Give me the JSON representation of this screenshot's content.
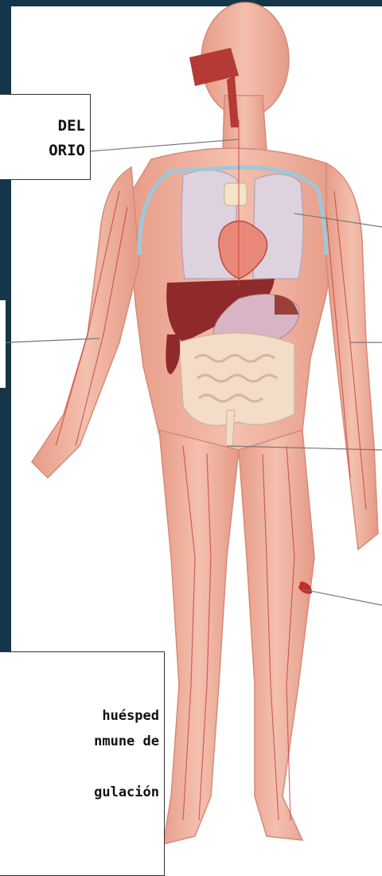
{
  "labels": {
    "top_line1": "DEL",
    "top_line2": "ORIO",
    "bottom_line1": "huésped",
    "bottom_line2": "nmune de",
    "bottom_line3": "",
    "bottom_line4": "gulación"
  },
  "colors": {
    "panel": "#14354a",
    "skin": "#f0b3a0",
    "vessel": "#c5403a",
    "organ_dark": "#8f2a2a"
  }
}
